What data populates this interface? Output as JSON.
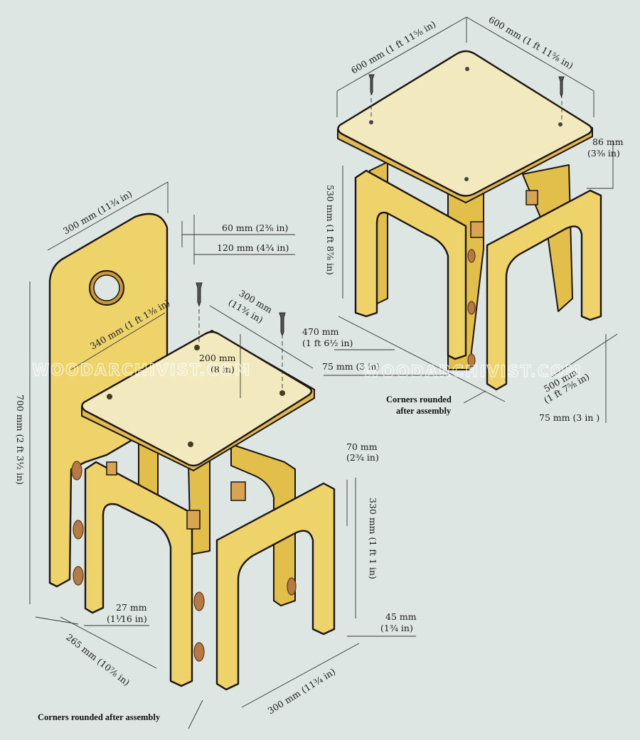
{
  "stool": {
    "top_width_left": "600 mm (1 ft 11⅝ in)",
    "top_width_right": "600 mm (1 ft 11⅝ in)",
    "rail_height": "86 mm",
    "rail_height_in": "(3⅜ in)",
    "height": "530 mm (1 ft 8⅞ in)",
    "frame_depth": "470 mm",
    "frame_depth_in": "(1 ft 6½ in)",
    "leg_width": "75 mm (3 in)",
    "frame_width": "500 mm",
    "frame_width_in": "(1 ft 7⅝ in)",
    "leg_width_right": "75 mm (3 in )",
    "corners_note_line1": "Corners rounded",
    "corners_note_line2": "after assembly"
  },
  "chair": {
    "back_width": "300 mm (11¾ in)",
    "hole_offset": "60 mm (2⅜ in)",
    "hole_depth": "120 mm (4¾ in)",
    "seat_width": "300 mm",
    "seat_width_in": "(11¾ in)",
    "back_depth": "340 mm (1 ft 1⅜ in)",
    "seat_inset": "200 mm",
    "seat_inset_in": "(8 in)",
    "total_height": "700 mm (2 ft 3½ in)",
    "rail_height": "70 mm",
    "rail_height_in": "(2¾ in)",
    "leg_height": "330 mm (1 ft 1 in)",
    "thickness": "27 mm",
    "thickness_in": "(1¹⁄16 in)",
    "leg_width": "45 mm",
    "leg_width_in": "(1¾ in)",
    "depth": "265 mm (10⅞ in)",
    "width": "300 mm (11¾ in)",
    "corners_note": "Corners rounded after assembly"
  },
  "watermark": "WOODARCHIVIST.COM",
  "colors": {
    "wood": "#eed36a",
    "seat": "#f3e9bf",
    "background": "#dde6e2",
    "plug": "#b77a45"
  }
}
